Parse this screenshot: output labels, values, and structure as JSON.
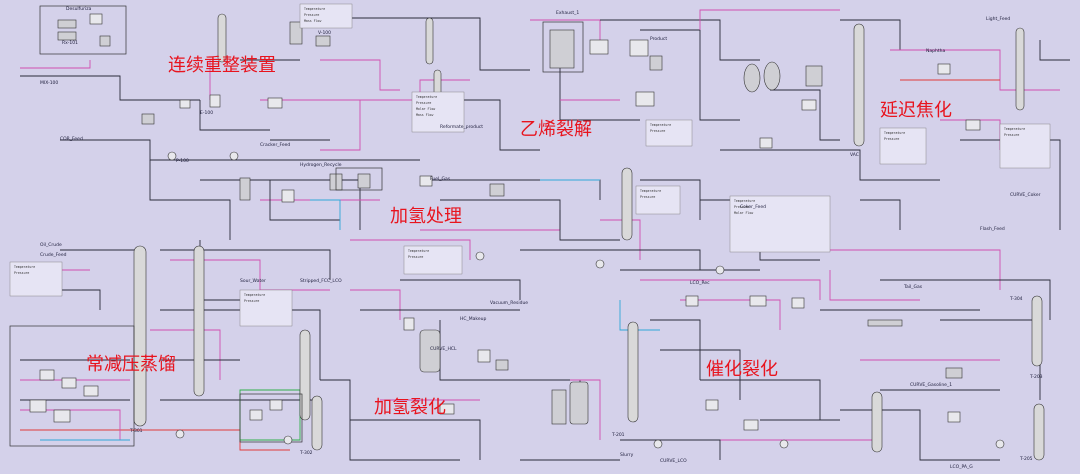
{
  "units": {
    "continuous_reforming": "连续重整装置",
    "ethylene_cracking": "乙烯裂解",
    "delayed_coking": "延迟焦化",
    "hydrotreating": "加氢处理",
    "atm_vac_distillation": "常减压蒸馏",
    "hydrocracking": "加氢裂化",
    "fcc": "催化裂化"
  },
  "blocks": {
    "desulfurization": "Desulfuriza",
    "hydrogen_recycle": "Hydrogen_Recycle",
    "exhaust": "Exhaust_1",
    "cor_feed": "COR_Feed",
    "cracker_feed": "Cracker_Feed",
    "vacuum_residue": "Vacuum_Residue",
    "hc_makeup": "HC_Makeup",
    "lco_rec": "LCO_Rec",
    "curve_gasoline": "CURVE_Gasoline_1",
    "tail_gas": "Tail_Gas",
    "lco_pa": "LCO_PA_G",
    "naphtha": "Naphtha",
    "light_feed": "Light_Feed",
    "coker_feed": "Coker_Feed",
    "flash_feed": "Flash_Feed",
    "oil_crude": "Oil_Crude",
    "crude_feed": "Crude_Feed",
    "reformate": "Reformate_product",
    "fuel_gas": "Fuel_Gas",
    "stripped_fcc": "Stripped_FCC_LCO",
    "sour_water": "Sour_Water",
    "slurry": "Slurry",
    "product": "Product",
    "curve_hcl": "CURVE_HCL",
    "curve_lco": "CURVE_LCO",
    "curve_coker": "CURVE_Coker",
    "t301": "T-301",
    "t302": "T-302",
    "t304": "T-304",
    "t201": "T-201",
    "t203": "T-203",
    "t205": "T-205",
    "vac": "VAC",
    "rx1": "Rx-101",
    "mix1": "MIX-100",
    "v100": "V-100",
    "p100": "P-100",
    "e100": "E-100"
  },
  "colors": {
    "background": "#d4d1ea",
    "label_red": "#e8141e",
    "stream_magenta": "#d04fb0",
    "stream_black": "#2a2a3a",
    "stream_cyan": "#2fa8d8",
    "stream_green": "#31b04a"
  }
}
